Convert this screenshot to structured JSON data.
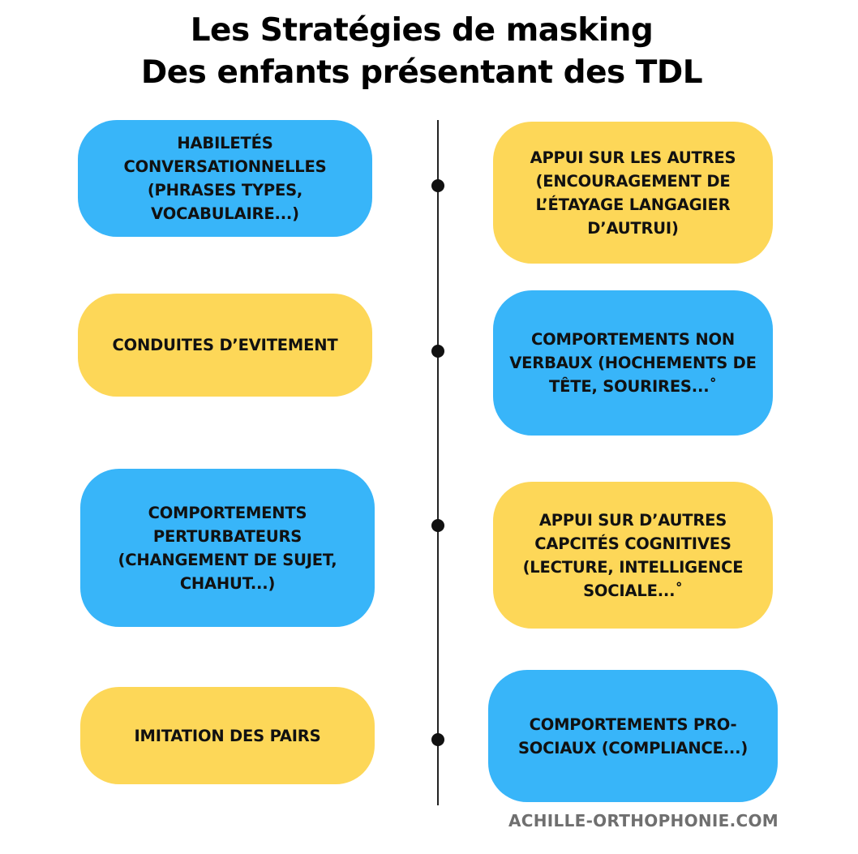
{
  "title": {
    "line1": "Les Stratégies de masking",
    "line2": "Des enfants présentant des TDL"
  },
  "left_items": [
    {
      "text": "HABILETÉS\nCONVERSATIONNELLES\n(PHRASES TYPES,\nVOCABULAIRE...)",
      "color": "#38b5f9"
    },
    {
      "text": "CONDUITES D’EVITEMENT",
      "color": "#fdd758"
    },
    {
      "text": "COMPORTEMENTS\nPERTURBATEURS\n(CHANGEMENT DE SUJET,\nCHAHUT...)",
      "color": "#38b5f9"
    },
    {
      "text": "IMITATION DES PAIRS",
      "color": "#fdd758"
    }
  ],
  "right_items": [
    {
      "text": "APPUI SUR LES AUTRES\n(ENCOURAGEMENT DE\nL’ÉTAYAGE LANGAGIER\nD’AUTRUI)",
      "color": "#fdd758"
    },
    {
      "text": "COMPORTEMENTS NON\nVERBAUX (HOCHEMENTS DE\nTÊTE, SOURIRES...˚",
      "color": "#38b5f9"
    },
    {
      "text": "APPUI SUR D’AUTRES\nCAPCITÉS COGNITIVES\n(LECTURE, INTELLIGENCE\nSOCIALE...˚",
      "color": "#fdd758"
    },
    {
      "text": "COMPORTEMENTS PRO-\nSOCIAUX (COMPLIANCE...)",
      "color": "#38b5f9"
    }
  ],
  "footer": "ACHILLE-ORTHOPHONIE.COM"
}
